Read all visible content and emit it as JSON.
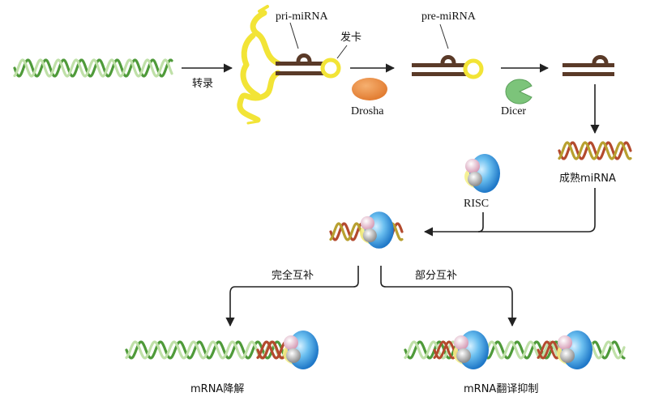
{
  "colors": {
    "dna_green": "#4f9a3a",
    "dna_light": "#bfe0a8",
    "rna_brown": "#5a3a28",
    "mirna_red": "#b34a2e",
    "mirna_gold": "#b8a030",
    "pri_yellow": "#f2e436",
    "drosha_orange": "#e98a3c",
    "dicer_green": "#7cc47a",
    "risc_blue": "#2c8fd8",
    "risc_yellow": "#f4ef8a",
    "risc_pink": "#e3b8cc",
    "risc_gray": "#bcbcbc",
    "arrow": "#222222"
  },
  "labels": {
    "transcription": "转录",
    "pri_mirna": "pri-miRNA",
    "hairpin": "发卡",
    "drosha": "Drosha",
    "pre_mirna": "pre-miRNA",
    "dicer": "Dicer",
    "mature_mirna": "成熟miRNA",
    "risc": "RISC",
    "full_complement": "完全互补",
    "partial_complement": "部分互补",
    "mrna_degradation": "mRNA降解",
    "translation_inhibition": "mRNA翻译抑制"
  },
  "icons": {
    "dna": "double-helix-icon",
    "drosha": "drosha-enzyme-icon",
    "dicer": "dicer-enzyme-icon",
    "risc": "risc-complex-icon"
  }
}
